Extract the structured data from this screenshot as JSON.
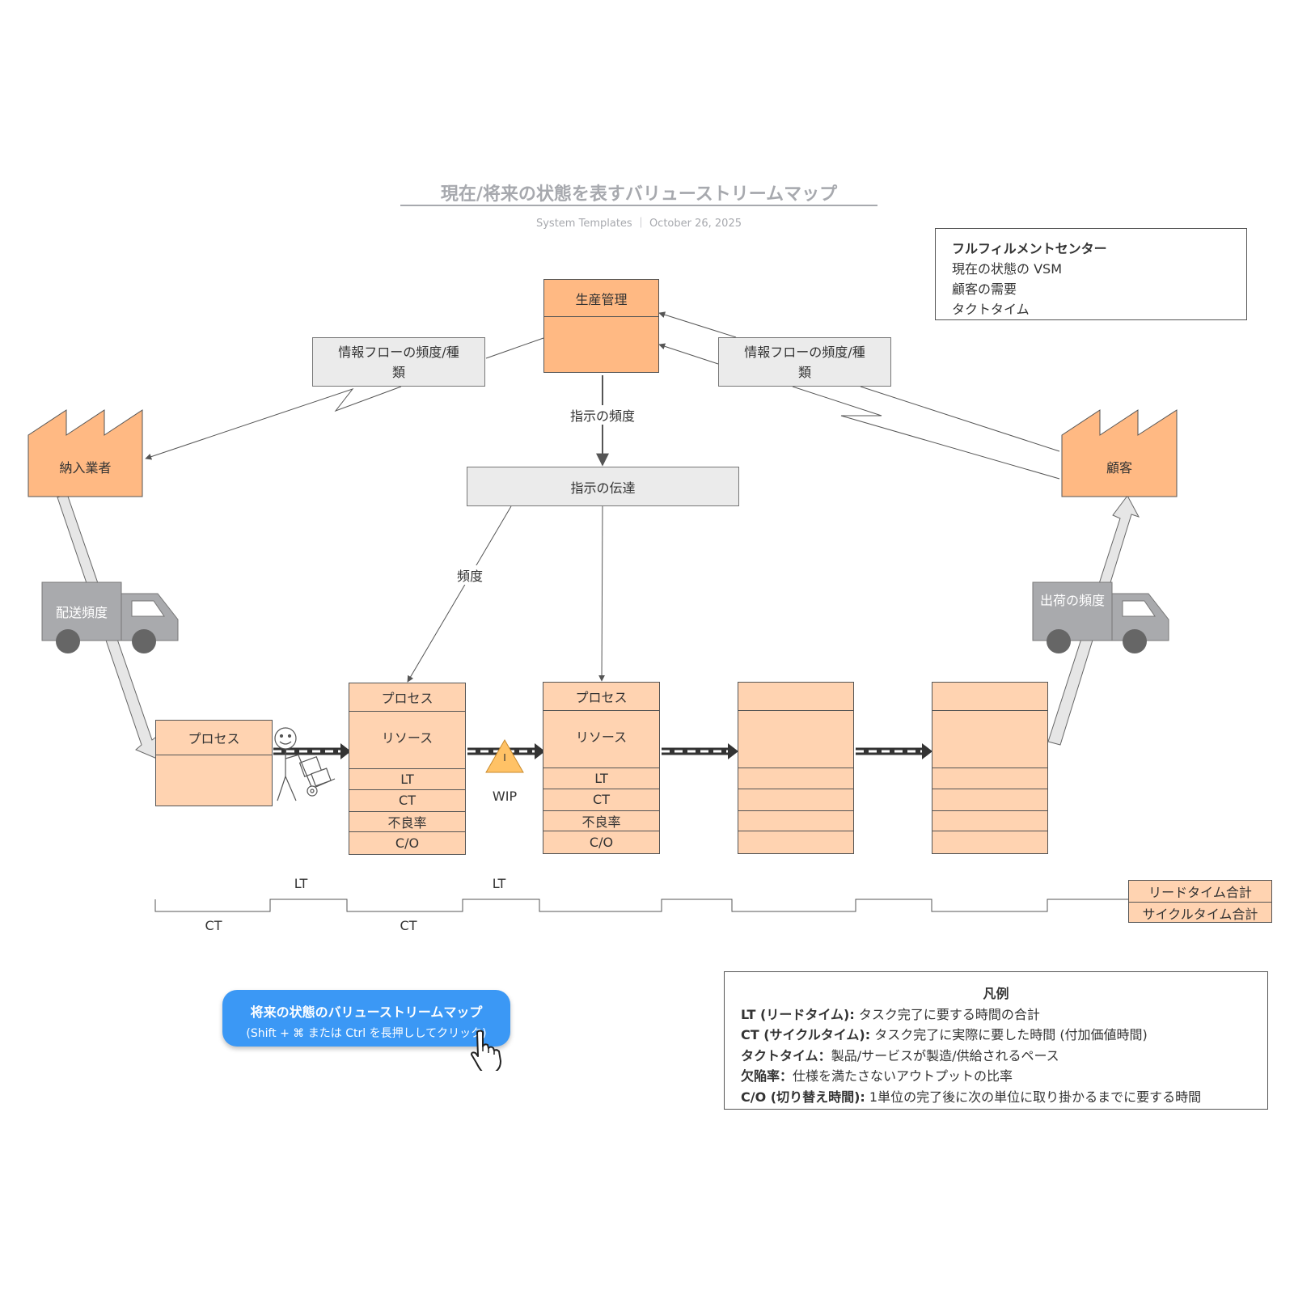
{
  "header": {
    "title": "現在/将来の状態を表すバリューストリームマップ",
    "subtitle": "System Templates ｜ October 26, 2025"
  },
  "info_box": {
    "heading": "フルフィルメントセンター",
    "lines": [
      "現在の状態の VSM",
      "顧客の需要",
      "タクトタイム"
    ]
  },
  "production_control": {
    "label": "生産管理"
  },
  "info_flow_left": {
    "label": "情報フローの頻度/種類"
  },
  "info_flow_right": {
    "label": "情報フローの頻度/種類"
  },
  "supplier": {
    "label": "納入業者"
  },
  "customer": {
    "label": "顧客"
  },
  "instruction_frequency": {
    "label": "指示の頻度"
  },
  "instruction_transmission": {
    "label": "指示の伝達"
  },
  "frequency": {
    "label": "頻度"
  },
  "delivery_truck": {
    "label": "配送頻度"
  },
  "shipping_truck": {
    "label": "出荷の頻度"
  },
  "process_first": {
    "label": "プロセス"
  },
  "process_boxes": [
    {
      "title": "プロセス",
      "resource": "リソース",
      "rows": [
        "LT",
        "CT",
        "不良率",
        "C/O"
      ]
    },
    {
      "title": "プロセス",
      "resource": "リソース",
      "rows": [
        "LT",
        "CT",
        "不良率",
        "C/O"
      ]
    }
  ],
  "wip": {
    "label": "WIP",
    "symbol": "I"
  },
  "timeline": {
    "lt_labels": [
      "LT",
      "LT"
    ],
    "ct_labels": [
      "CT",
      "CT"
    ],
    "lead_time_total": "リードタイム合計",
    "cycle_time_total": "サイクルタイム合計"
  },
  "cta_button": {
    "title": "将来の状態のバリューストリームマップ",
    "hint": "(Shift + ⌘ または Ctrl を長押ししてクリック)"
  },
  "legend": {
    "heading": "凡例",
    "items": [
      {
        "term": "LT (リードタイム):",
        "desc": " タスク完了に要する時間の合計"
      },
      {
        "term": "CT (サイクルタイム):",
        "desc": " タスク完了に実際に要した時間 (付加価値時間)"
      },
      {
        "term": "タクトタイム：",
        "desc": "製品/サービスが製造/供給されるペース"
      },
      {
        "term": "欠陥率：",
        "desc": "仕様を満たさないアウトプットの比率"
      },
      {
        "term": "C/O (切り替え時間):",
        "desc": " 1単位の完了後に次の単位に取り掛かるまでに要する時間"
      }
    ]
  },
  "colors": {
    "orange": "#ffb983",
    "peach": "#ffd3b1",
    "grey_box": "#ebebeb",
    "truck": "#a9aaad",
    "cta": "#3b98f5",
    "title": "#a7a9ae"
  }
}
